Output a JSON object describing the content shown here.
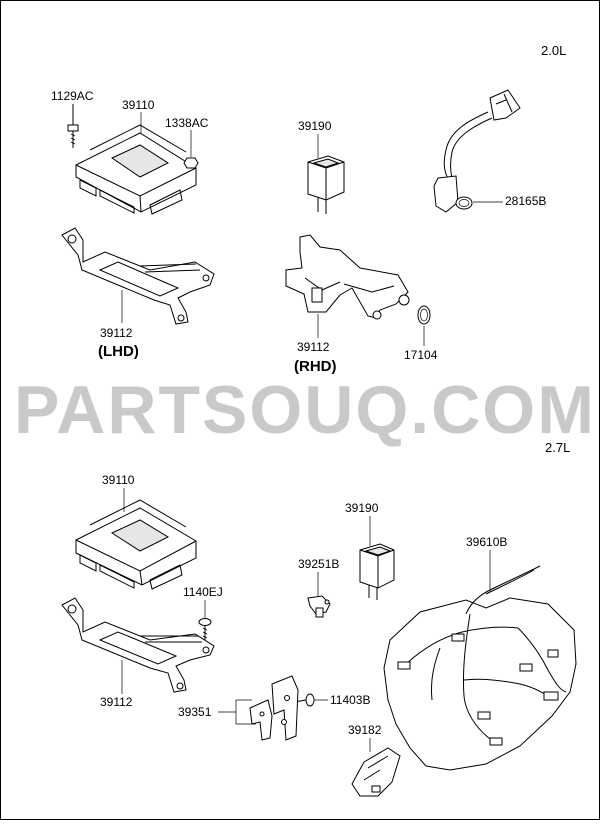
{
  "engines": {
    "top": "2.0L",
    "bottom": "2.7L"
  },
  "watermark": "PARTSOUQ.COM",
  "parts_2_0l": {
    "p1129ac": "1129AC",
    "p39110": "39110",
    "p1338ac": "1338AC",
    "p39190": "39190",
    "p28165b": "28165B",
    "p39112_lhd": "39112",
    "lhd": "(LHD)",
    "p39112_rhd": "39112",
    "rhd": "(RHD)",
    "p17104": "17104"
  },
  "parts_2_7l": {
    "p39110": "39110",
    "p39190": "39190",
    "p39610b": "39610B",
    "p39251b": "39251B",
    "p1140ej": "1140EJ",
    "p39112": "39112",
    "p11403b": "11403B",
    "p39351": "39351",
    "p39182": "39182"
  }
}
